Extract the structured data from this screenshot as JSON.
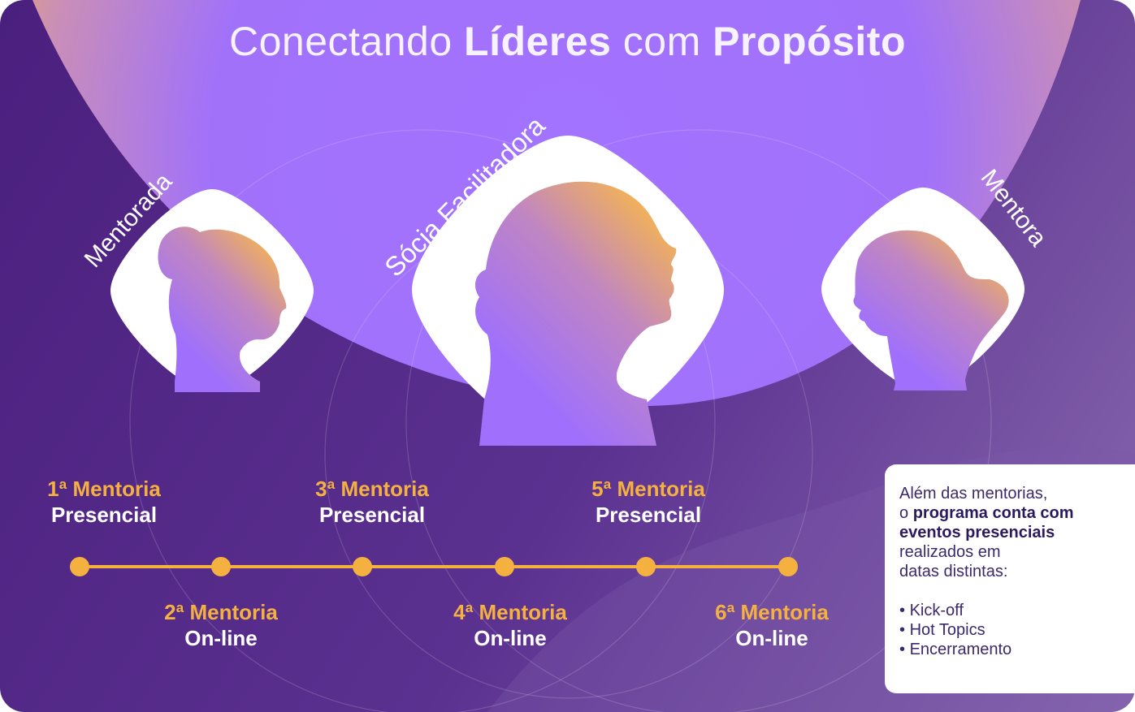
{
  "title": {
    "part1": "Conectando ",
    "part2": "Líderes",
    "part3": " com ",
    "part4": "Propósito"
  },
  "roles": {
    "mentorada": "Mentorada",
    "socia": "Sócia Facilitadora",
    "mentora": "Mentora"
  },
  "icons": [
    "woman-bun-silhouette-icon",
    "woman-profile-silhouette-icon",
    "woman-ponytail-silhouette-icon"
  ],
  "mentorias_top": [
    {
      "label": "1ª Mentoria",
      "mode": "Presencial"
    },
    {
      "label": "3ª Mentoria",
      "mode": "Presencial"
    },
    {
      "label": "5ª Mentoria",
      "mode": "Presencial"
    }
  ],
  "mentorias_bottom": [
    {
      "label": "2ª Mentoria",
      "mode": "On-line"
    },
    {
      "label": "4ª Mentoria",
      "mode": "On-line"
    },
    {
      "label": "6ª Mentoria",
      "mode": "On-line"
    }
  ],
  "info": {
    "line1": "Além das mentorias,",
    "line2_plain": "o ",
    "line2_bold": "programa conta com",
    "line3_bold": "eventos presenciais",
    "line4": "realizados em",
    "line5": "datas distintas:",
    "events": [
      "Kick-off",
      "Hot Topics",
      "Encerramento"
    ]
  },
  "colors": {
    "background_dark": "#4c2181",
    "background_light": "#8060a8",
    "arc_purple": "#a071fb",
    "arc_orange": "#e9a86a",
    "accent_yellow": "#f5b13f",
    "text_white": "#ffffff"
  }
}
